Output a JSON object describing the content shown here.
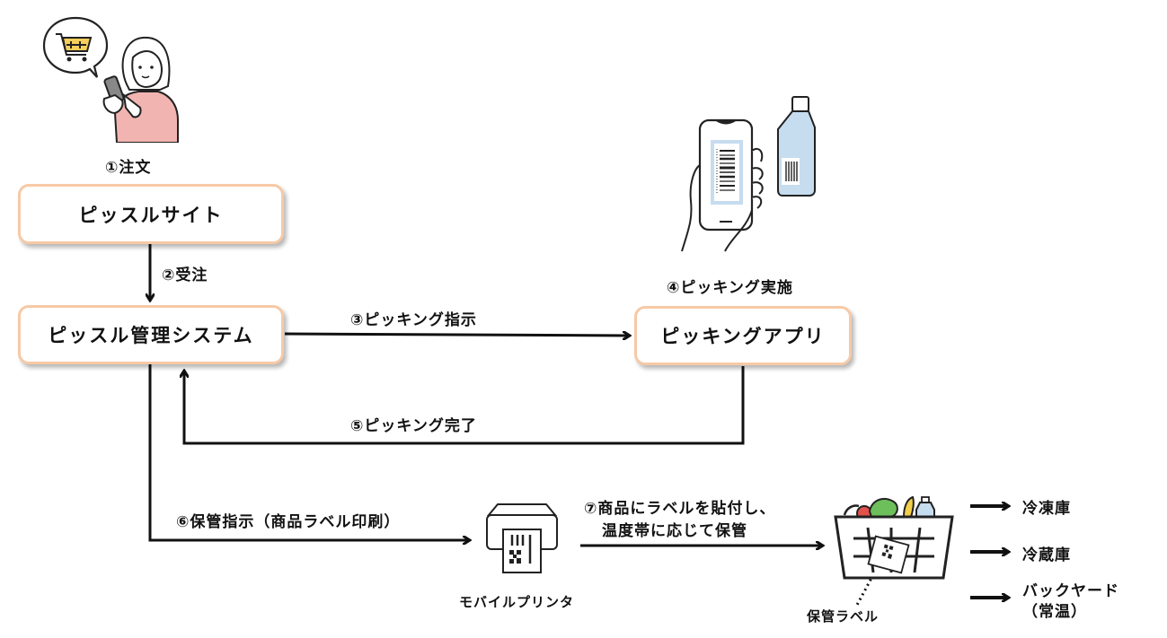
{
  "steps": {
    "order": "①注文",
    "receive": "②受注",
    "pick_instruction": "③ピッキング指示",
    "picking": "④ピッキング実施",
    "pick_complete": "⑤ピッキング完了",
    "storage_instruction": "⑥保管指示（商品ラベル印刷）",
    "attach_label_line1": "⑦商品にラベルを貼付し、",
    "attach_label_line2": "温度帯に応じて保管"
  },
  "boxes": {
    "site": "ピッスルサイト",
    "management_system": "ピッスル管理システム",
    "picking_app": "ピッキングアプリ"
  },
  "devices": {
    "mobile_printer": "モバイルプリンタ",
    "storage_label": "保管ラベル"
  },
  "destinations": [
    {
      "label": "冷凍庫"
    },
    {
      "label": "冷蔵庫"
    },
    {
      "label": "バックヤード",
      "sub": "（常温）"
    }
  ],
  "colors": {
    "box_border": "#f7c9a6",
    "shirt_pink": "#f2b4b0",
    "cart_yellow": "#f6cf5a",
    "bottle_blue": "#c6dcef",
    "veg_green": "#6cbf5a",
    "apple_red": "#e2524a",
    "banana_yellow": "#f3cf4a"
  }
}
